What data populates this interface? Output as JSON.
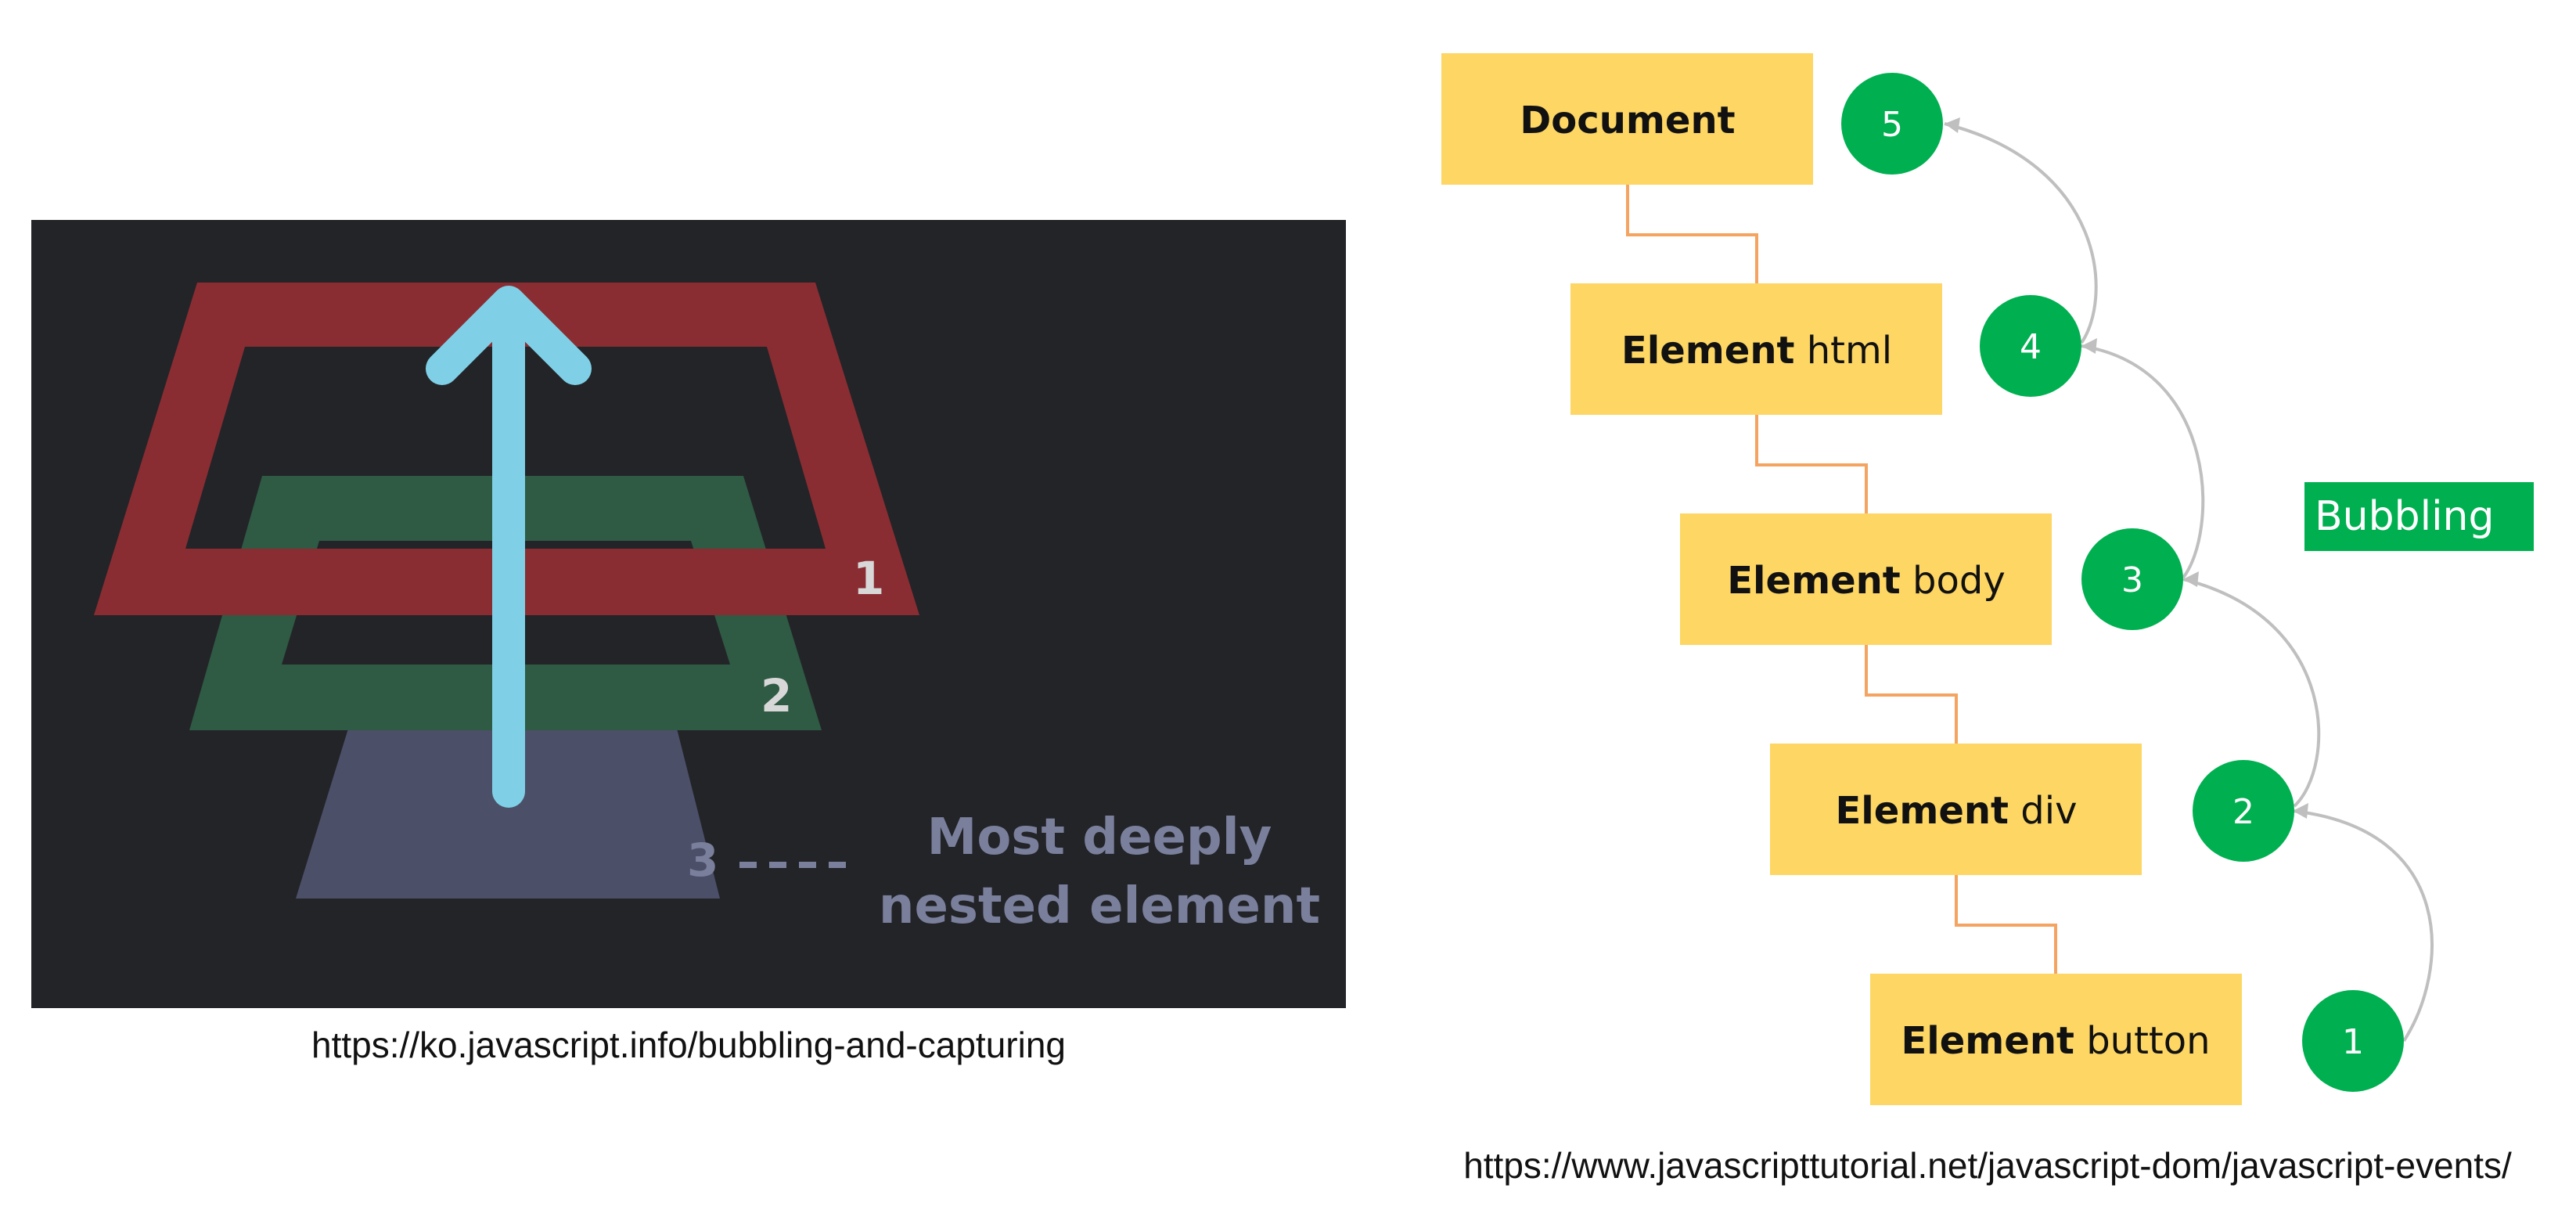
{
  "left_panel": {
    "layers": [
      {
        "label": "1",
        "color": "#8a2d32"
      },
      {
        "label": "2",
        "color": "#2f5a43"
      },
      {
        "label": "3",
        "color": "#4c4f68"
      }
    ],
    "note": {
      "line1": "Most deeply",
      "line2": "nested element"
    },
    "caption": "https://ko.javascript.info/bubbling-and-capturing",
    "colors": {
      "background": "#232428",
      "arrow": "#7fd0e6",
      "note": "#7a7f9c"
    }
  },
  "right_panel": {
    "nodes": [
      {
        "bold": "Document",
        "rest": ""
      },
      {
        "bold": "Element",
        "rest": " html"
      },
      {
        "bold": "Element",
        "rest": " body"
      },
      {
        "bold": "Element",
        "rest": " div"
      },
      {
        "bold": "Element",
        "rest": " button"
      }
    ],
    "steps": [
      "5",
      "4",
      "3",
      "2",
      "1"
    ],
    "badge": "Bubbling",
    "caption": "https://www.javascripttutorial.net/javascript-dom/javascript-events/",
    "colors": {
      "node": "#fdd663",
      "step": "#00b050",
      "badge": "#00b050",
      "connector": "#f4a460",
      "arrow": "#bfbfbf"
    }
  }
}
